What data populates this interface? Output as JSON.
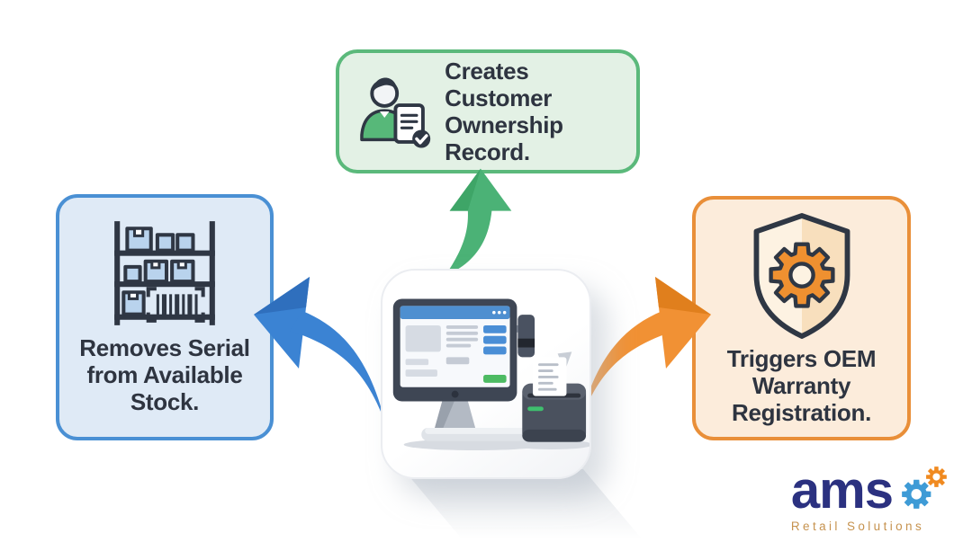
{
  "diagram": {
    "nodes": [
      {
        "id": "customer-ownership",
        "label": "Creates Customer\nOwnership\nRecord.",
        "icon": "customer-document-icon",
        "fill": "#e3f1e5",
        "border": "#5bb97b",
        "position": "top"
      },
      {
        "id": "remove-serial",
        "label": "Removes Serial\nfrom Available\nStock.",
        "icon": "warehouse-shelf-barcode-icon",
        "fill": "#dfeaf6",
        "border": "#4a90d4",
        "position": "left"
      },
      {
        "id": "oem-warranty",
        "label": "Triggers OEM\nWarranty\nRegistration.",
        "icon": "shield-gear-icon",
        "fill": "#fcecdb",
        "border": "#e98f39",
        "position": "right"
      }
    ],
    "center": {
      "icon": "pos-terminal-icon"
    },
    "arrows": [
      {
        "id": "to-customer-record",
        "direction": "up",
        "color": "#4bb276"
      },
      {
        "id": "to-stock",
        "direction": "left",
        "color": "#3b83d3"
      },
      {
        "id": "to-warranty",
        "direction": "right",
        "color": "#f19134"
      }
    ],
    "text_color": "#2e3440"
  },
  "logo": {
    "brand": "ams",
    "tagline": "Retail Solutions",
    "brand_color": "#2b3180",
    "tagline_color": "#c6924e",
    "gear_blue": "#3e9bd6",
    "gear_orange": "#f08a20"
  }
}
